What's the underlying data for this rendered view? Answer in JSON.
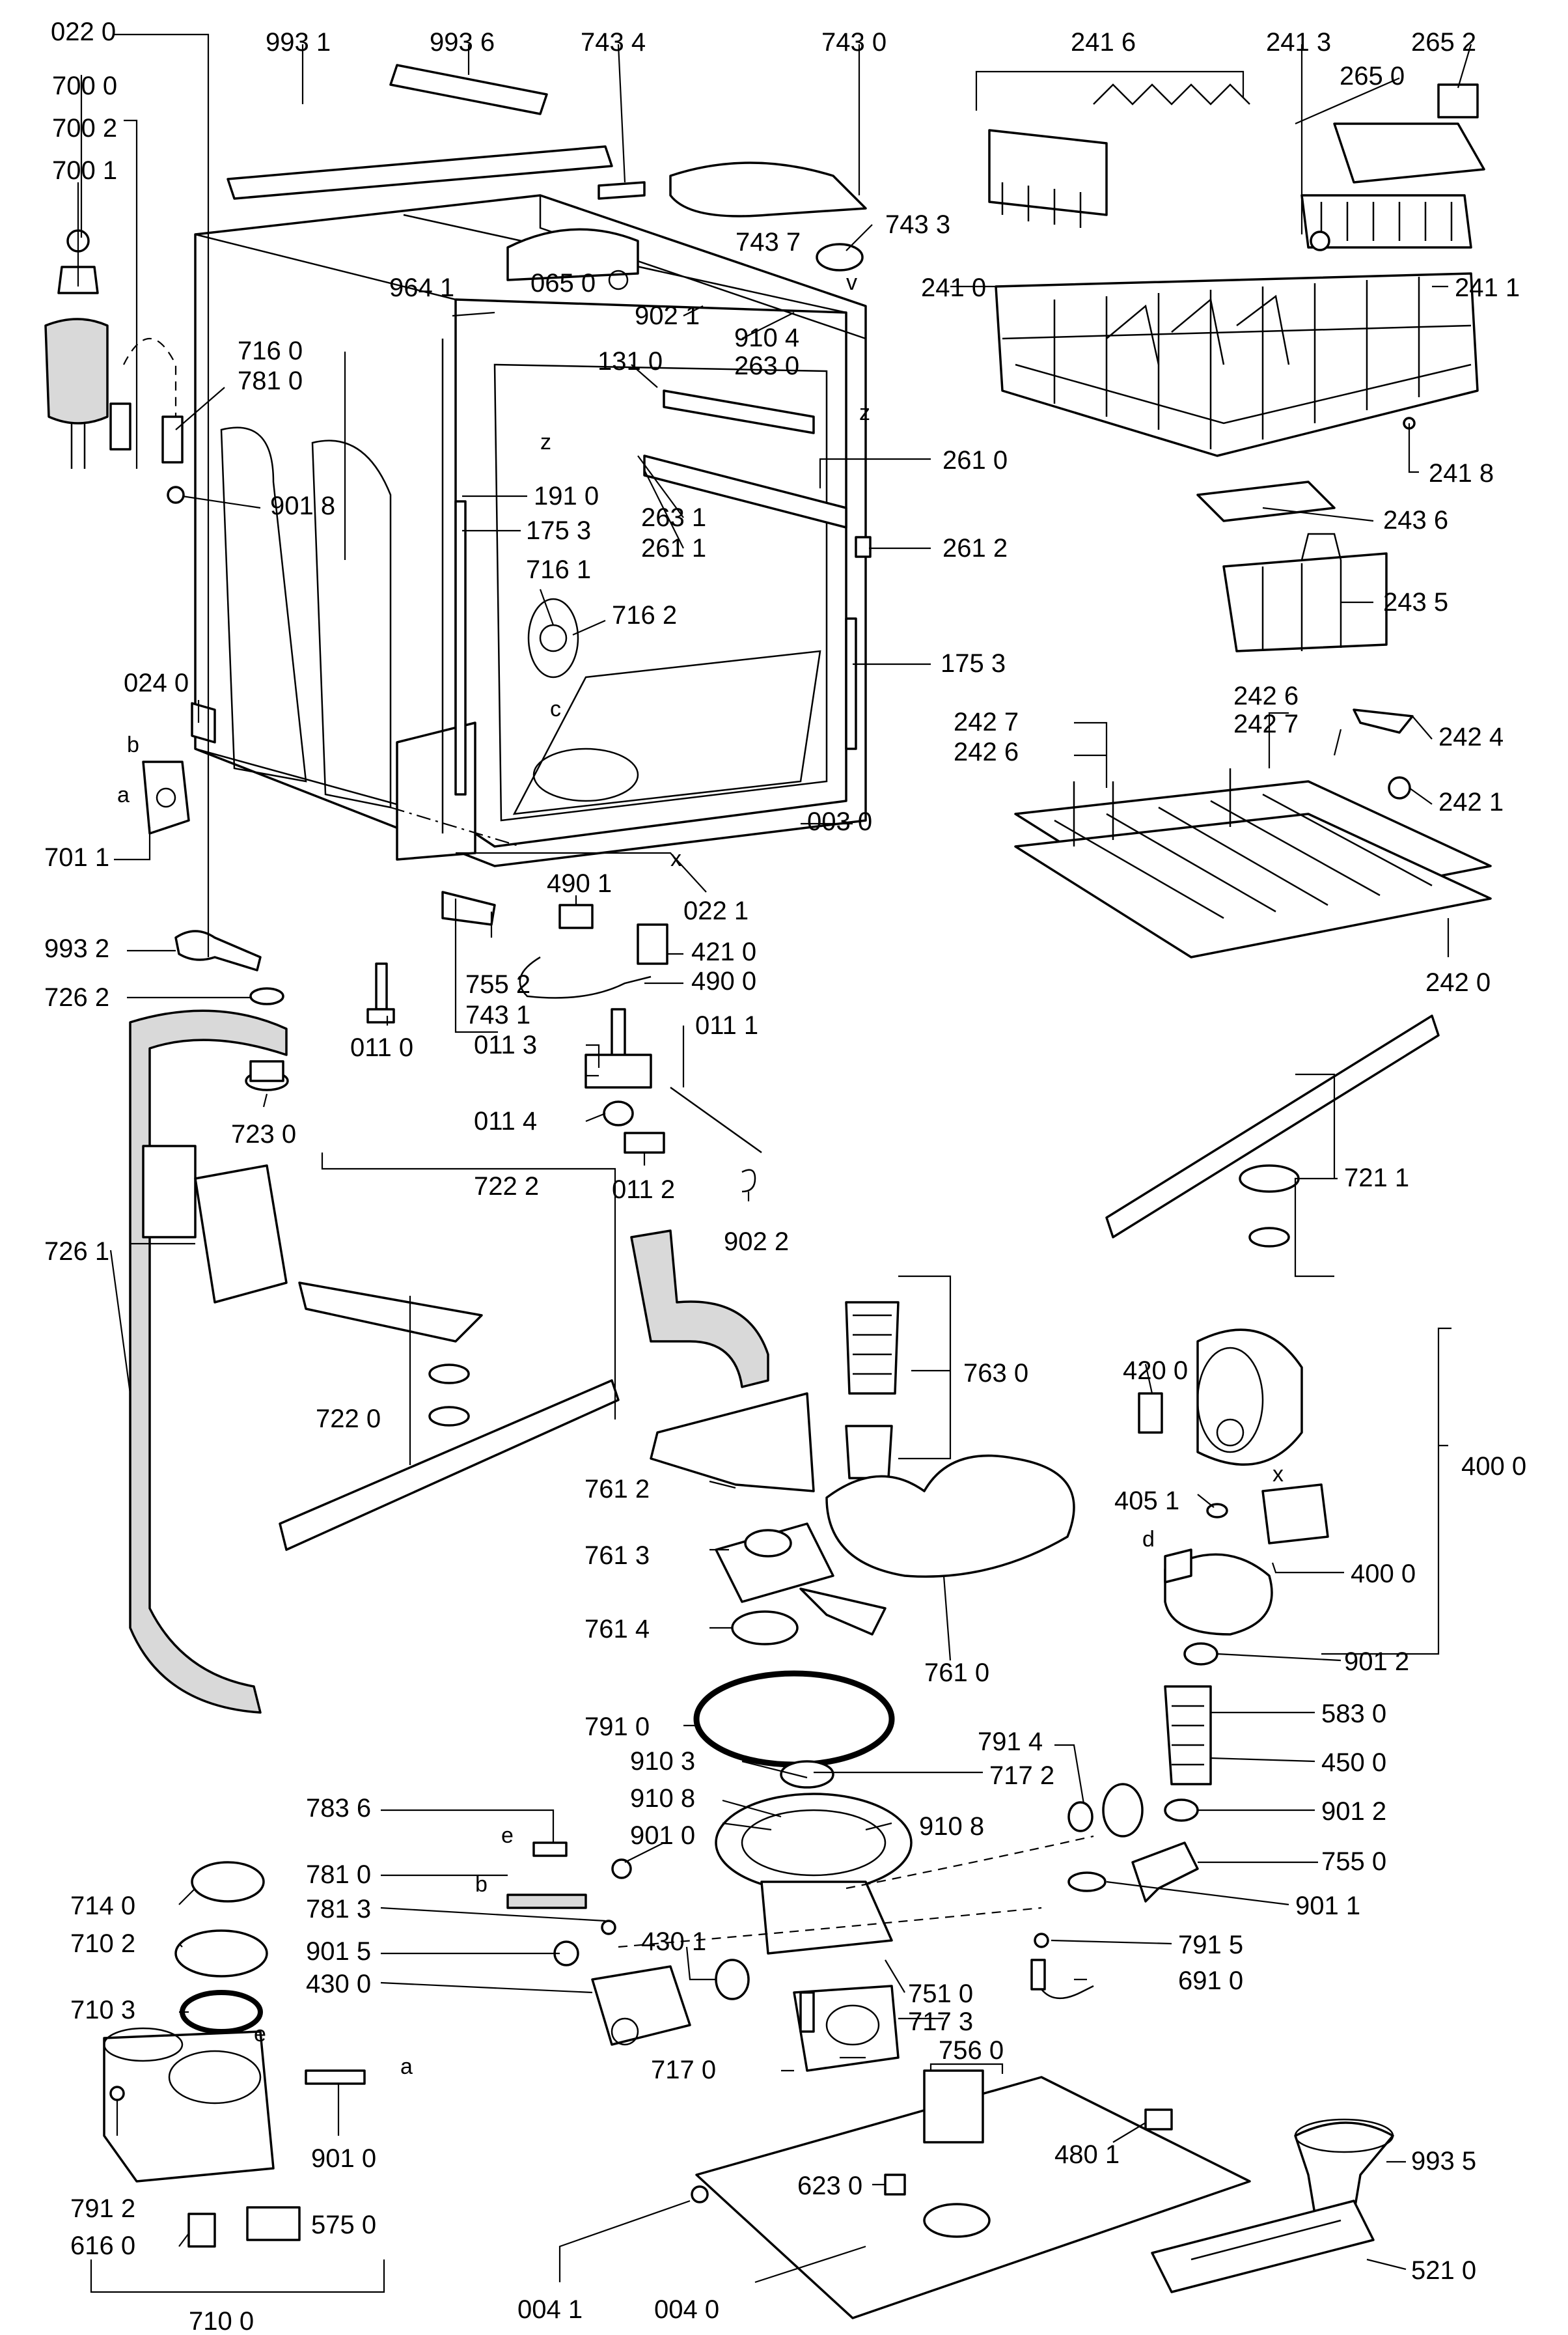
{
  "labels": {
    "l0220a": "022 0",
    "l9931": "993 1",
    "l9936": "993 6",
    "l7434": "743 4",
    "l7430": "743 0",
    "l2416": "241 6",
    "l2413": "241 3",
    "l2652": "265 2",
    "l2650": "265 0",
    "l7000": "700 0",
    "l7002": "700 2",
    "l7001": "700 1",
    "l7437": "743 7",
    "l7433": "743 3",
    "l0650": "065 0",
    "l2410": "241 0",
    "l2411": "241 1",
    "l9641": "964 1",
    "l9021": "902 1",
    "l9104": "910 4",
    "l2630": "263 0",
    "l1310": "131 0",
    "l7160": "716 0",
    "l7810a": "781 0",
    "l2610": "261 0",
    "l2418": "241 8",
    "l9018": "901 8",
    "l1910": "191 0",
    "l1753a": "175 3",
    "l2631": "263 1",
    "l2611": "261 1",
    "l2612": "261 2",
    "l2436": "243 6",
    "l7161": "716 1",
    "l7162": "716 2",
    "l2435": "243 5",
    "l1753b": "175 3",
    "l0240": "024 0",
    "l2427a": "242 7",
    "l2426a": "242 6",
    "l2426b": "242 6",
    "l2427b": "242 7",
    "l2424": "242 4",
    "l2421": "242 1",
    "l0030": "003 0",
    "l7011": "701 1",
    "l0221": "022 1",
    "l4901": "490 1",
    "l9932": "993 2",
    "l4210": "421 0",
    "l4900": "490 0",
    "l2420": "242 0",
    "l7262": "726 2",
    "l7552": "755 2",
    "l0110": "011 0",
    "l7431": "743 1",
    "l0111": "011 1",
    "l0113": "011 3",
    "l7230": "723 0",
    "l0114": "011 4",
    "l0112": "011 2",
    "l9022": "902 2",
    "l7222": "722 2",
    "l7211": "721 1",
    "l7261": "726 1",
    "l7630": "763 0",
    "l4200": "420 0",
    "l7220": "722 0",
    "l4000a": "400 0",
    "l7612": "761 2",
    "l4051": "405 1",
    "l7613": "761 3",
    "l4000b": "400 0",
    "l7614": "761 4",
    "l7610": "761 0",
    "l9012a": "901 2",
    "l7910": "791 0",
    "l5830": "583 0",
    "l7914": "791 4",
    "l4500": "450 0",
    "l9103": "910 3",
    "l7172": "717 2",
    "l7836": "783 6",
    "l9108a": "910 8",
    "l9108b": "910 8",
    "l9010a": "901 0",
    "l9012b": "901 2",
    "l7810b": "781 0",
    "l7550": "755 0",
    "l7140": "714 0",
    "l7813": "781 3",
    "l9011": "901 1",
    "l7102": "710 2",
    "l9015": "901 5",
    "l4301": "430 1",
    "l7915": "791 5",
    "l4300": "430 0",
    "l7510": "751 0",
    "l6910": "691 0",
    "l7103": "710 3",
    "l7173": "717 3",
    "l7170": "717 0",
    "l7560": "756 0",
    "l9010b": "901 0",
    "l4801": "480 1",
    "l9935": "993 5",
    "l6230": "623 0",
    "l7912": "791 2",
    "l5750": "575 0",
    "l6160": "616 0",
    "l5210": "521 0",
    "l7100": "710 0",
    "l0041": "004 1",
    "l0040": "004 0"
  },
  "letters": {
    "z1": "z",
    "z2": "z",
    "c": "c",
    "b1": "b",
    "a1": "a",
    "x1": "x",
    "x2": "x",
    "d": "d",
    "e1": "e",
    "b2": "b",
    "e2": "e",
    "a2": "a",
    "v": "v"
  },
  "colors": {
    "ink": "#000000",
    "paper": "#ffffff",
    "shade": "#d9d9d9"
  }
}
